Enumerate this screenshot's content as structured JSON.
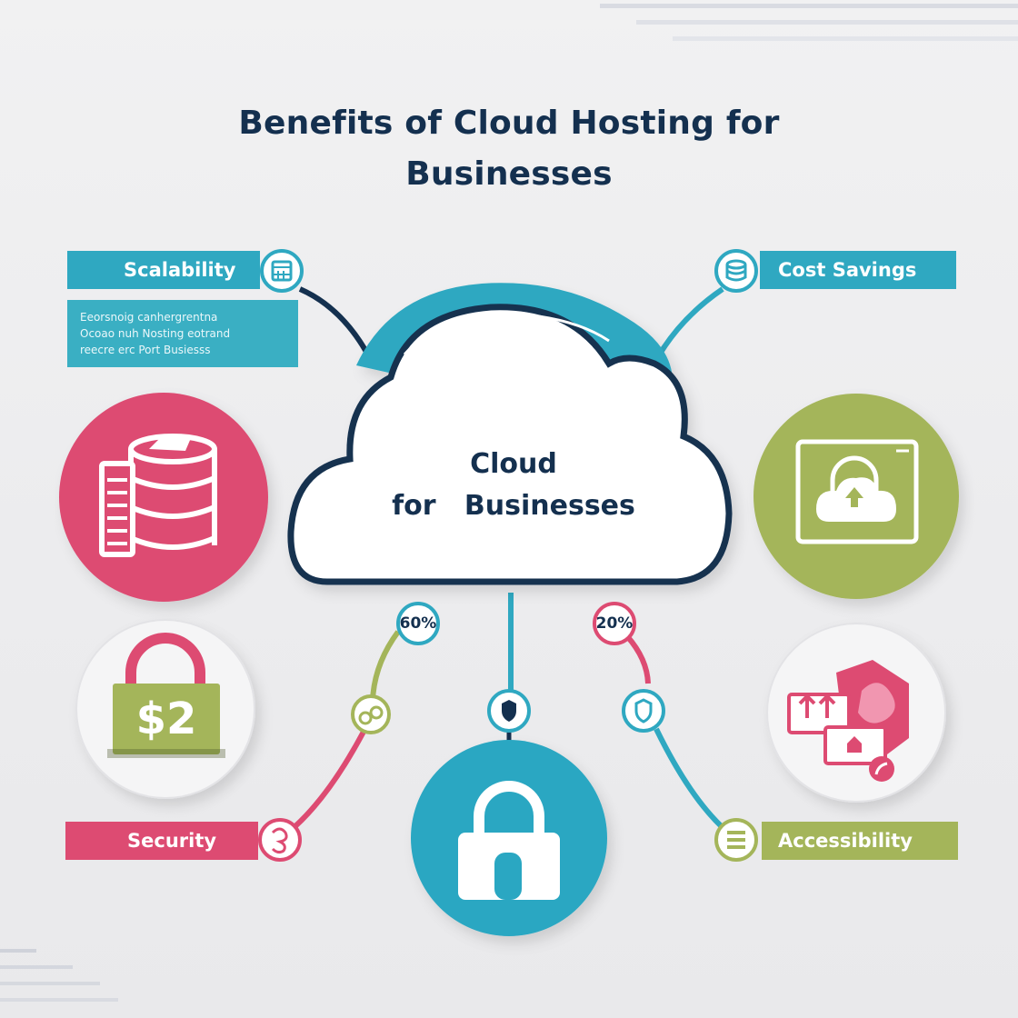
{
  "title": {
    "line1": "Benefits of Cloud Hosting for",
    "line2": "Businesses"
  },
  "center": {
    "line1": "Cloud",
    "line2": "for   Businesses"
  },
  "labels": {
    "scalability": "Scalability",
    "cost_savings": "Cost Savings",
    "security": "Security",
    "accessibility": "Accessibility"
  },
  "scalability_desc": [
    "Eeorsnoig canhergrentna",
    "Ocoao nuh Nosting eotrand",
    "reecre erc Port Busiesss"
  ],
  "percentages": {
    "left": "60%",
    "right": "20%"
  },
  "security_badge": "$2",
  "colors": {
    "navy": "#14304f",
    "teal": "#2fa8c1",
    "pink": "#dd4b72",
    "green": "#a4b55a"
  },
  "icons": [
    "calendar-icon",
    "coin-stack-icon",
    "server-database-icon",
    "laptop-cloud-lock-icon",
    "padlock-dollar-icon",
    "piggy-bank-devices-icon",
    "padlock-icon",
    "shield-icon",
    "coins-icon",
    "database-icon"
  ]
}
